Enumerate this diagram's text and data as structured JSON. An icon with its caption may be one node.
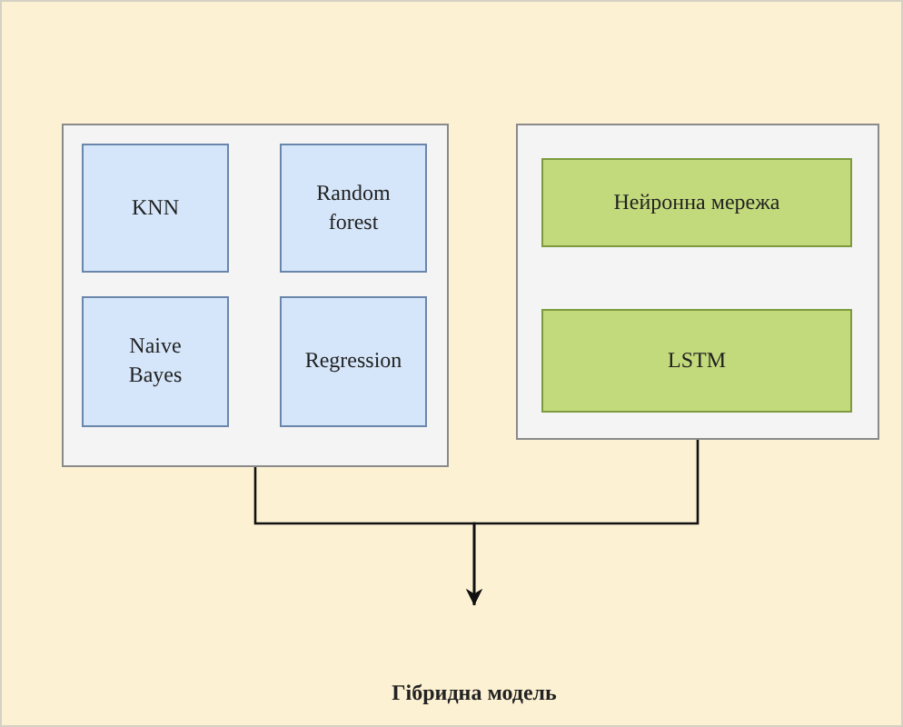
{
  "diagram": {
    "nodes": [
      {
        "text": [],
        "shape": "box"
      },
      {
        "text": [
          "KNN"
        ],
        "in": 0
      },
      {
        "text": [
          "Random forest"
        ],
        "in": 0
      },
      {
        "text": [
          "Naive Bayes"
        ],
        "in": 0
      },
      {
        "text": [
          "Regression"
        ],
        "in": 0
      },
      {
        "text": [],
        "shape": "box"
      },
      {
        "text": [
          "Нейронна мережа"
        ],
        "in": 5
      },
      {
        "text": [
          "LSTM"
        ],
        "in": 5
      },
      {
        "text": [
          "Гібридна модель"
        ]
      }
    ],
    "edges": [
      {
        "from": 0,
        "to": 8,
        "arrow": "to"
      },
      {
        "from": 5,
        "to": 8,
        "arrow": "to"
      }
    ]
  }
}
